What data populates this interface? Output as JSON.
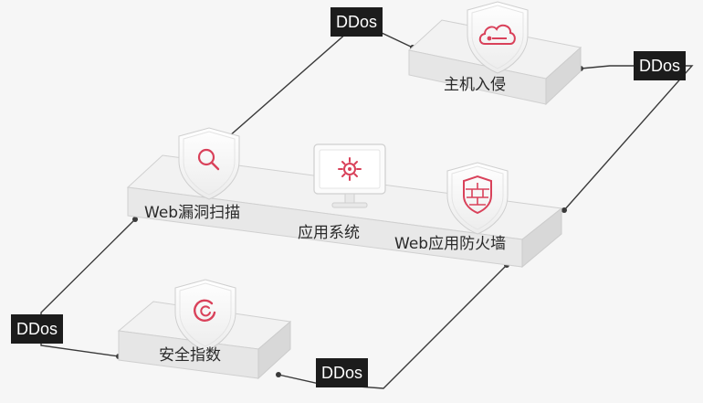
{
  "colors": {
    "accent": "#d9415a",
    "tag_bg": "#1c1c1c",
    "tag_text": "#ffffff",
    "line": "#3a3a3a",
    "platform_top": "#eeeeee",
    "platform_side": "#dcdcdc"
  },
  "tags": {
    "top_left": "DDos",
    "top_right": "DDos",
    "bottom_left": "DDos",
    "bottom_right": "DDos"
  },
  "nodes": {
    "host_intrusion": {
      "label": "主机入侵",
      "icon": "cloud-key-icon"
    },
    "web_vuln_scan": {
      "label": "Web漏洞扫描",
      "icon": "magnifier-icon"
    },
    "app_system": {
      "label": "应用系统",
      "icon": "monitor-gear-icon"
    },
    "web_app_firewall": {
      "label": "Web应用防火墙",
      "icon": "firewall-icon"
    },
    "security_index": {
      "label": "安全指数",
      "icon": "gauge-icon"
    }
  }
}
